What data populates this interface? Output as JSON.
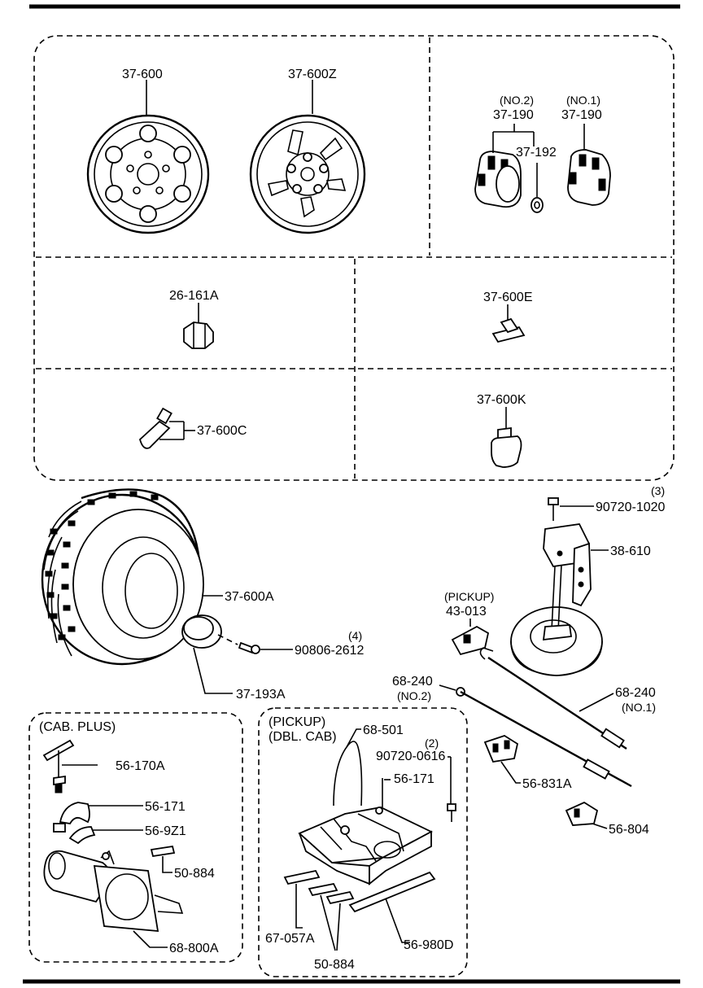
{
  "labels": {
    "p_37_600": "37-600",
    "p_37_600z": "37-600Z",
    "p_37_190_no2_note": "(NO.2)",
    "p_37_190_no2": "37-190",
    "p_37_190_no1_note": "(NO.1)",
    "p_37_190_no1": "37-190",
    "p_37_192": "37-192",
    "p_26_161a": "26-161A",
    "p_37_600e": "37-600E",
    "p_37_600c": "37-600C",
    "p_37_600k": "37-600K",
    "p_90720_1020_qty": "(3)",
    "p_90720_1020": "90720-1020",
    "p_38_610": "38-610",
    "p_37_600a": "37-600A",
    "p_pickup_43_013_note": "(PICKUP)",
    "p_43_013": "43-013",
    "p_90806_2612_qty": "(4)",
    "p_90806_2612": "90806-2612",
    "p_37_193a": "37-193A",
    "p_68_240_no2": "68-240",
    "p_68_240_no2_note": "(NO.2)",
    "p_68_240_no1": "68-240",
    "p_68_240_no1_note": "(NO.1)",
    "cab_plus_title": "(CAB. PLUS)",
    "p_56_170a": "56-170A",
    "p_56_171_left": "56-171",
    "p_56_9z1": "56-9Z1",
    "p_50_884_left": "50-884",
    "p_68_800a": "68-800A",
    "pickup_title_1": "(PICKUP)",
    "pickup_title_2": "(DBL. CAB)",
    "p_68_501": "68-501",
    "p_90720_0616_qty": "(2)",
    "p_90720_0616": "90720-0616",
    "p_56_171_right": "56-171",
    "p_56_831a": "56-831A",
    "p_56_804": "56-804",
    "p_67_057a": "67-057A",
    "p_50_884_bottom": "50-884",
    "p_56_980d": "56-980D"
  }
}
